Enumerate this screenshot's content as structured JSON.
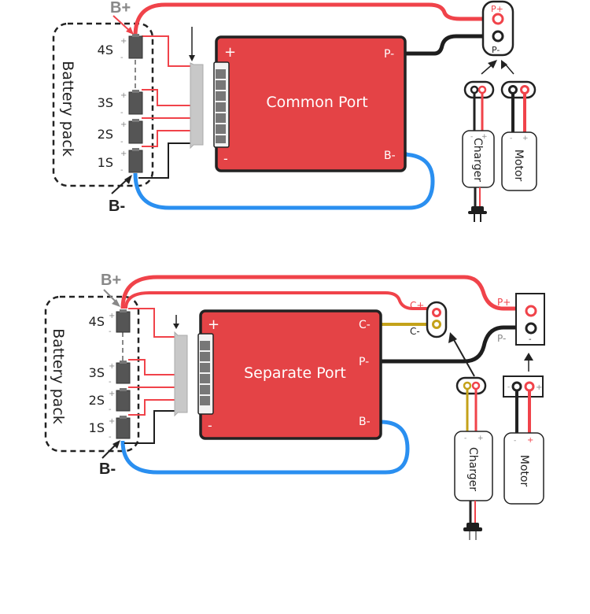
{
  "colors": {
    "board": "#e44346",
    "board_border": "#222222",
    "red_wire": "#f0434a",
    "black_wire": "#1e1e1e",
    "blue_wire": "#2a8ff0",
    "gold_wire": "#c4a21a",
    "cell": "#555555",
    "connector": "#c8c8c8",
    "gray_label": "#888888"
  },
  "diagram_top": {
    "board_title": "Common Port",
    "board_plus": "+",
    "board_minus": "-",
    "p_minus": "P-",
    "b_minus": "B-",
    "battery_pack_label": "Battery pack",
    "b_plus_label": "B+",
    "b_minus_label": "B-",
    "cells": [
      "4S",
      "3S",
      "2S",
      "1S"
    ],
    "port_p_plus": "P+",
    "port_p_minus": "P-",
    "charger_label": "Charger",
    "motor_label": "Motor",
    "plus_sign": "+",
    "minus_sign": "-"
  },
  "diagram_bottom": {
    "board_title": "Separate Port",
    "board_plus": "+",
    "board_minus": "-",
    "c_minus": "C-",
    "p_minus": "P-",
    "b_minus": "B-",
    "battery_pack_label": "Battery pack",
    "b_plus_label": "B+",
    "b_minus_label": "B-",
    "cells": [
      "4S",
      "3S",
      "2S",
      "1S"
    ],
    "charge_port_c_plus": "C+",
    "charge_port_c_minus": "C-",
    "port_p_plus": "P+",
    "port_p_minus": "P-",
    "charger_label": "Charger",
    "motor_label": "Motor",
    "plus_sign": "+",
    "minus_sign": "-"
  }
}
